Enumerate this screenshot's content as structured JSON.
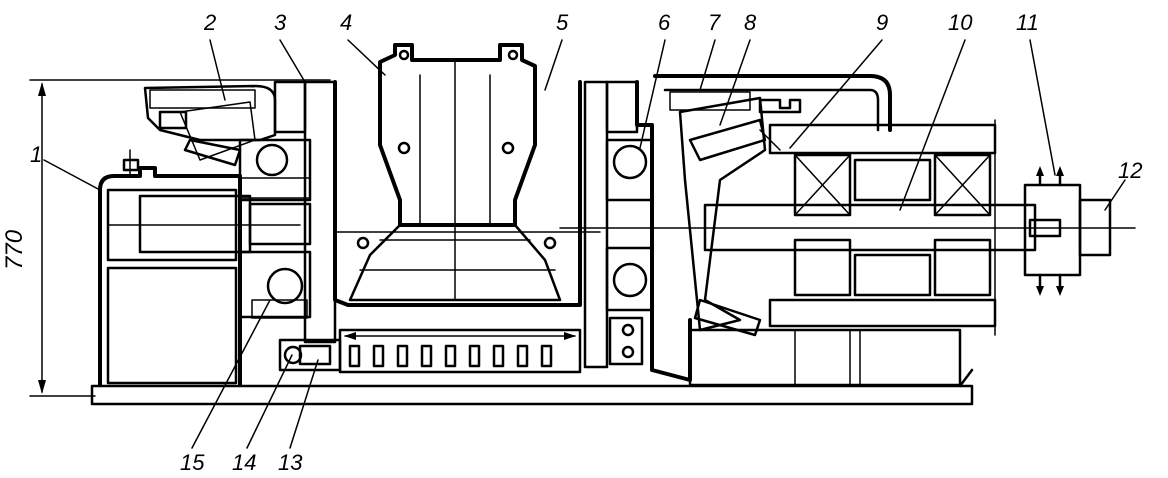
{
  "drawing": {
    "overall_height_dimension": "770",
    "part_labels": [
      "1",
      "2",
      "3",
      "4",
      "5",
      "6",
      "7",
      "8",
      "9",
      "10",
      "11",
      "12",
      "13",
      "14",
      "15"
    ]
  },
  "colors": {
    "line": "#000000",
    "background": "#ffffff"
  }
}
